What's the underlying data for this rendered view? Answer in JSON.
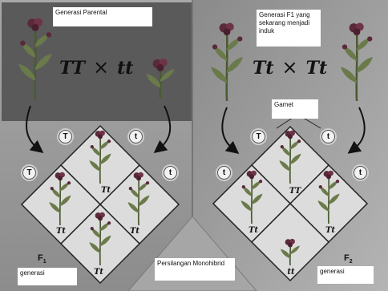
{
  "labels": {
    "parental": "Generasi Parental",
    "f1_parent": "Generasi F1 yang sekarang menjadi induk",
    "gamet": "Gamet",
    "monohybrid": "Persilangan Monohibrid",
    "generasi_left": "generasi",
    "generasi_right": "generasi"
  },
  "left": {
    "cross_p1": "TT",
    "cross_p2": "tt",
    "gamete_top_left": "T",
    "gamete_top_right": "t",
    "gamete_side_left": "T",
    "gamete_side_right": "t",
    "cells": {
      "top": "Tt",
      "left": "Tt",
      "right": "Tt",
      "bottom": "Tt"
    },
    "generation": "F",
    "generation_sub": "1"
  },
  "right": {
    "cross_p1": "Tt",
    "cross_p2": "Tt",
    "gamete_top_left": "T",
    "gamete_top_right": "t",
    "gamete_side_left": "t",
    "gamete_side_right": "t",
    "cells": {
      "top": "TT",
      "left": "Tt",
      "right": "Tt",
      "bottom": "tt"
    },
    "generation": "F",
    "generation_sub": "2"
  },
  "cross_symbol": "×",
  "colors": {
    "dark_panel": "#5a5a5a",
    "background": "#9e9e9e",
    "cell_fill": "#dcdcdc",
    "flower": "#5a2a3a",
    "leaf": "#6a7a4a"
  }
}
